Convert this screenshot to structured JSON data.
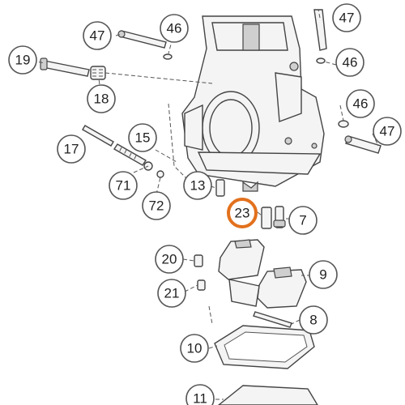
{
  "diagram": {
    "callouts": [
      {
        "id": "c47a",
        "text": "47",
        "highlight": false
      },
      {
        "id": "c46a",
        "text": "46",
        "highlight": false
      },
      {
        "id": "c47b",
        "text": "47",
        "highlight": false
      },
      {
        "id": "c19",
        "text": "19",
        "highlight": false
      },
      {
        "id": "c46b",
        "text": "46",
        "highlight": false
      },
      {
        "id": "c18",
        "text": "18",
        "highlight": false
      },
      {
        "id": "c46c",
        "text": "46",
        "highlight": false
      },
      {
        "id": "c17",
        "text": "17",
        "highlight": false
      },
      {
        "id": "c15",
        "text": "15",
        "highlight": false
      },
      {
        "id": "c47c",
        "text": "47",
        "highlight": false
      },
      {
        "id": "c71",
        "text": "71",
        "highlight": false
      },
      {
        "id": "c13",
        "text": "13",
        "highlight": false
      },
      {
        "id": "c72",
        "text": "72",
        "highlight": false
      },
      {
        "id": "c23",
        "text": "23",
        "highlight": true
      },
      {
        "id": "c7",
        "text": "7",
        "highlight": false
      },
      {
        "id": "c20",
        "text": "20",
        "highlight": false
      },
      {
        "id": "c9",
        "text": "9",
        "highlight": false
      },
      {
        "id": "c21",
        "text": "21",
        "highlight": false
      },
      {
        "id": "c8",
        "text": "8",
        "highlight": false
      },
      {
        "id": "c10",
        "text": "10",
        "highlight": false
      },
      {
        "id": "c11",
        "text": "11",
        "highlight": false
      }
    ],
    "colors": {
      "highlight": "#e2711d",
      "line": "#555555",
      "part_fill": "#f4f4f4"
    }
  }
}
